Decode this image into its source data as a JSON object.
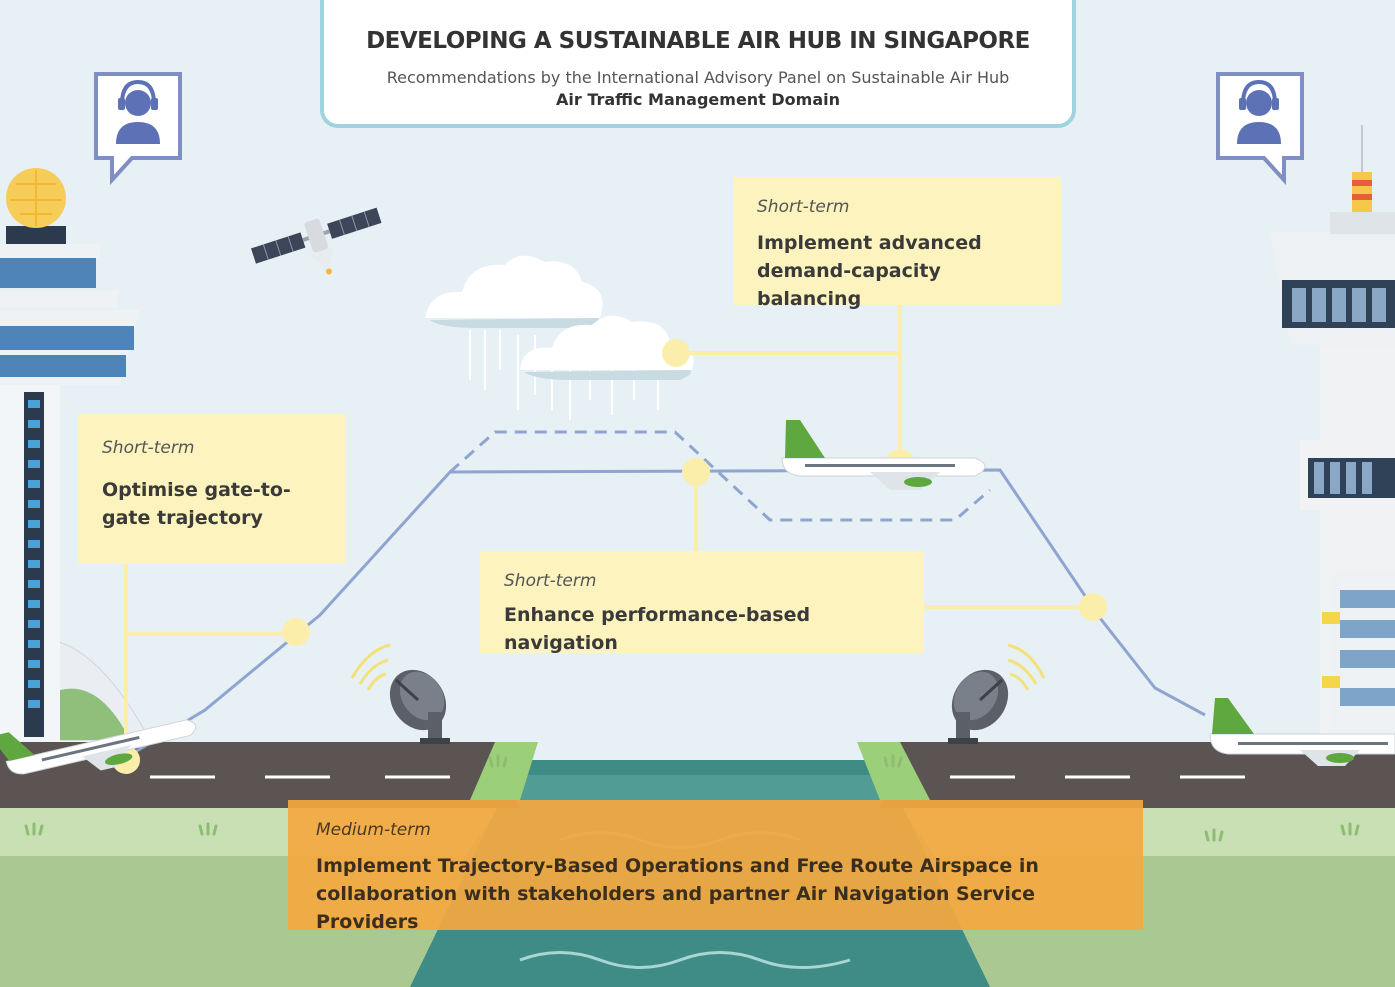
{
  "header": {
    "title": "DEVELOPING A SUSTAINABLE AIR HUB IN SINGAPORE",
    "subtitle": "Recommendations by the International Advisory Panel on Sustainable Air Hub",
    "domain": "Air Traffic Management Domain"
  },
  "recommendations": [
    {
      "term": "Short-term",
      "text": "Optimise gate-to-gate trajectory"
    },
    {
      "term": "Short-term",
      "text": "Implement advanced demand-capacity balancing"
    },
    {
      "term": "Short-term",
      "text": "Enhance performance-based navigation"
    },
    {
      "term": "Medium-term",
      "text": "Implement Trajectory-Based Operations and Free Route Airspace in collaboration with stakeholders and partner Air Navigation Service Providers"
    }
  ],
  "colors": {
    "sky": "#e7f0f4",
    "flight_path": "#8fa4d0",
    "connector": "#fbeeaa",
    "short_term_box": "#fcf3be",
    "medium_term_box": "#f4a840",
    "runway": "#5b5453",
    "grass": "#b7d5a0",
    "water": "#3f8c86",
    "header_border": "#9fd3e0"
  },
  "icons": [
    "controller-icon",
    "satellite-icon",
    "cloud-icon",
    "radar-dish-icon",
    "airplane-icon",
    "control-tower-icon"
  ]
}
